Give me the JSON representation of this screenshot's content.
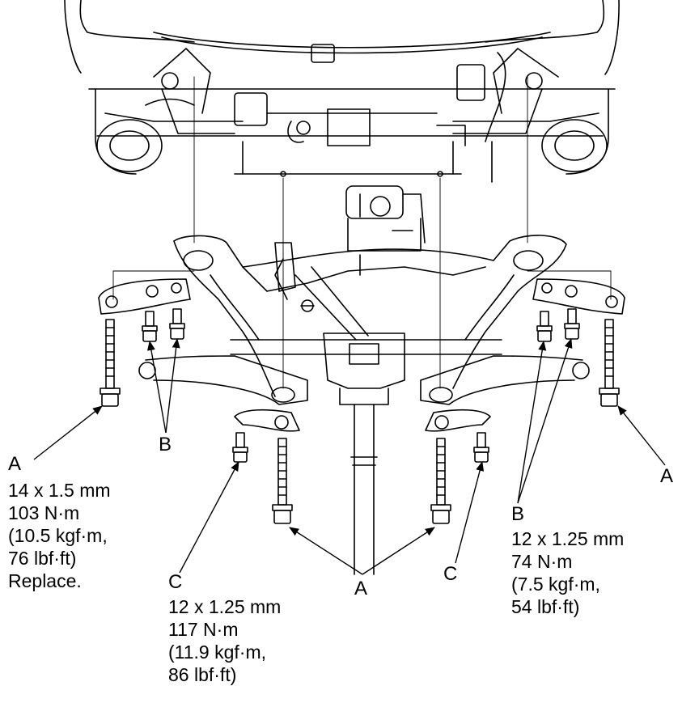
{
  "callouts": {
    "a_left": {
      "letter": "A",
      "size": "14 x 1.5 mm",
      "torque": "103 N·m",
      "kgf": "(10.5 kgf·m,",
      "lbf": "76 lbf·ft)",
      "note": "Replace."
    },
    "a_center": {
      "letter": "A"
    },
    "a_right": {
      "letter": "A"
    },
    "b_left": {
      "letter": "B"
    },
    "b_right": {
      "letter": "B",
      "size": "12 x 1.25 mm",
      "torque": "74 N·m",
      "kgf": "(7.5 kgf·m,",
      "lbf": "54 lbf·ft)"
    },
    "c_left": {
      "letter": "C",
      "size": "12 x 1.25 mm",
      "torque": "117 N·m",
      "kgf": "(11.9 kgf·m,",
      "lbf": "86 lbf·ft)"
    },
    "c_right": {
      "letter": "C"
    }
  },
  "colors": {
    "line": "#000000",
    "background": "#ffffff"
  }
}
